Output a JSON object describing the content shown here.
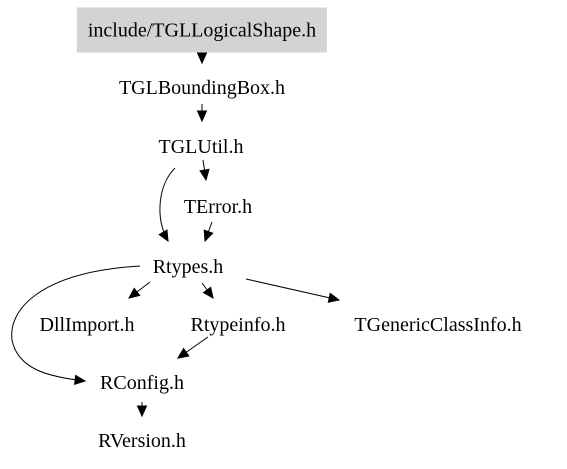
{
  "diagram": {
    "nodes": {
      "root": "include/TGLLogicalShape.h",
      "bbox": "TGLBoundingBox.h",
      "util": "TGLUtil.h",
      "error": "TError.h",
      "rtypes": "Rtypes.h",
      "dllimport": "DllImport.h",
      "rtypeinfo": "Rtypeinfo.h",
      "genericclassinfo": "TGenericClassInfo.h",
      "rconfig": "RConfig.h",
      "rversion": "RVersion.h"
    },
    "edges": [
      [
        "root",
        "bbox"
      ],
      [
        "bbox",
        "util"
      ],
      [
        "util",
        "error"
      ],
      [
        "util",
        "rtypes"
      ],
      [
        "error",
        "rtypes"
      ],
      [
        "rtypes",
        "dllimport"
      ],
      [
        "rtypes",
        "rtypeinfo"
      ],
      [
        "rtypes",
        "genericclassinfo"
      ],
      [
        "rtypes",
        "rconfig"
      ],
      [
        "rtypeinfo",
        "rconfig"
      ],
      [
        "rconfig",
        "rversion"
      ]
    ],
    "colors": {
      "root_fill": "#d3d3d3",
      "edge": "#000000",
      "text": "#000000"
    }
  }
}
